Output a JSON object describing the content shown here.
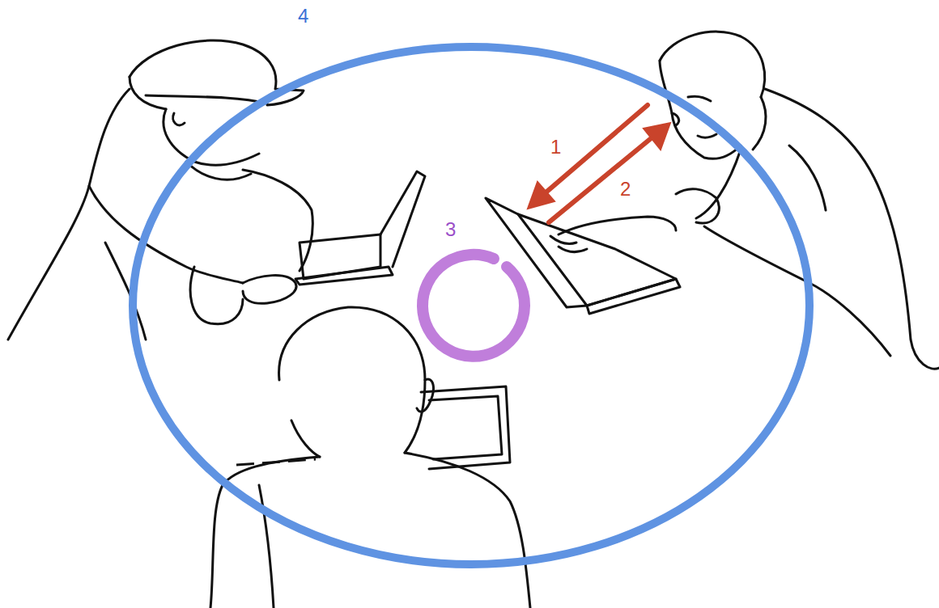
{
  "diagram": {
    "labels": [
      "4",
      "1",
      "2",
      "3"
    ]
  }
}
